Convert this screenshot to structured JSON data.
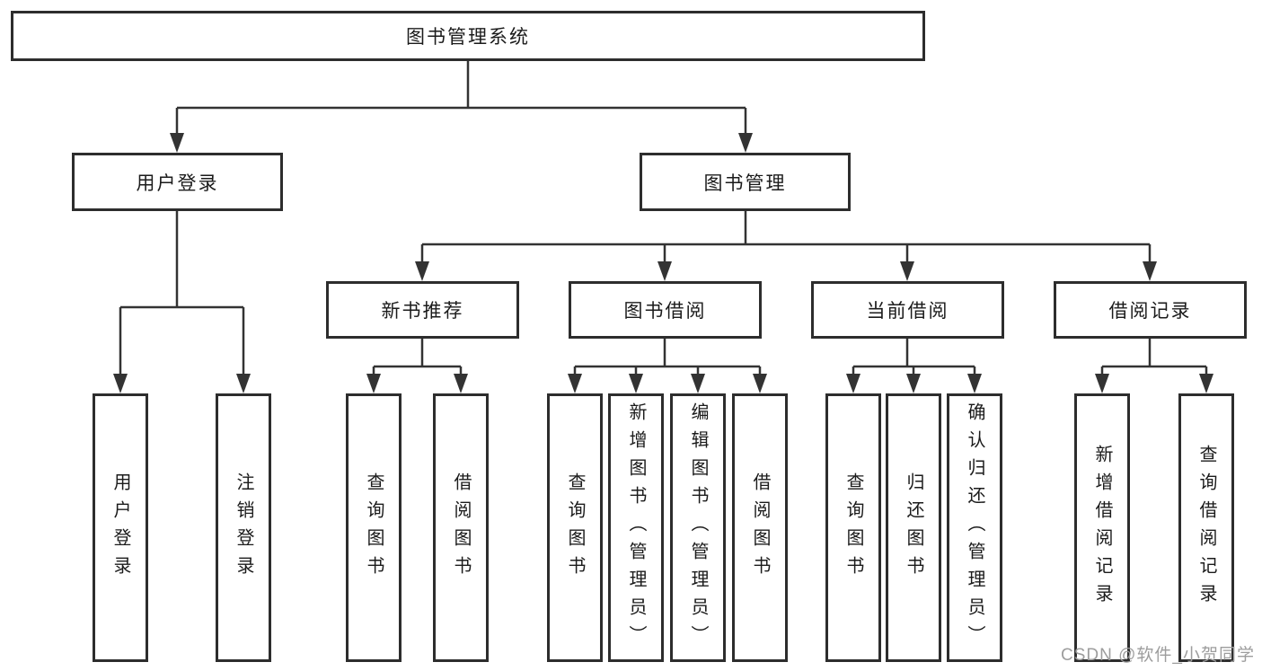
{
  "diagram": {
    "root": {
      "label": "图书管理系统"
    },
    "level2": [
      {
        "id": "user-login",
        "label": "用户登录"
      },
      {
        "id": "book-management",
        "label": "图书管理"
      }
    ],
    "level3": [
      {
        "id": "new-book-recommend",
        "label": "新书推荐",
        "parent": "图书管理"
      },
      {
        "id": "book-borrowing",
        "label": "图书借阅",
        "parent": "图书管理"
      },
      {
        "id": "current-borrowing",
        "label": "当前借阅",
        "parent": "图书管理"
      },
      {
        "id": "borrowing-records",
        "label": "借阅记录",
        "parent": "图书管理"
      }
    ],
    "leaves": [
      {
        "label": "用户登录",
        "parent": "用户登录"
      },
      {
        "label": "注销登录",
        "parent": "用户登录"
      },
      {
        "label": "查询图书",
        "parent": "新书推荐"
      },
      {
        "label": "借阅图书",
        "parent": "新书推荐"
      },
      {
        "label": "查询图书",
        "parent": "图书借阅"
      },
      {
        "label": "新增图书（管理员）",
        "parent": "图书借阅"
      },
      {
        "label": "编辑图书（管理员）",
        "parent": "图书借阅"
      },
      {
        "label": "借阅图书",
        "parent": "图书借阅"
      },
      {
        "label": "查询图书",
        "parent": "当前借阅"
      },
      {
        "label": "归还图书",
        "parent": "当前借阅"
      },
      {
        "label": "确认归还（管理员）",
        "parent": "当前借阅"
      },
      {
        "label": "新增借阅记录",
        "parent": "借阅记录"
      },
      {
        "label": "查询借阅记录",
        "parent": "借阅记录"
      }
    ],
    "colors": {
      "line": "#333333",
      "box_border": "#2d2d2d",
      "background": "#ffffff",
      "text": "#1b1b1b",
      "watermark": "#9d9d9d"
    }
  },
  "watermark": {
    "text": "CSDN @软件_小贺同学"
  }
}
